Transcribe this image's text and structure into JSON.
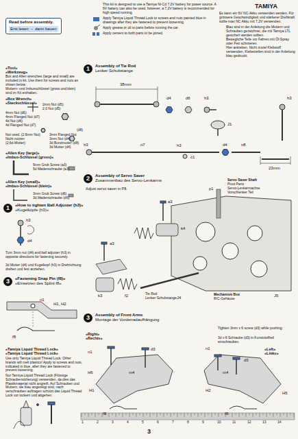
{
  "diagram": {
    "nodes": [
      {
        "text": [
          "Read before assembly.",
          "Erst lesen → dann bauen"
        ]
      },
      {
        "text": [
          "1",
          "«How to tighten Ball Adjuster (h3)»",
          "«Kugelköpfe (h3)»"
        ]
      },
      {
        "text": [
          "3",
          "«Fastening Snap Pin (f8)»",
          "«Einsetzen des Splint f8»"
        ]
      },
      {
        "text": [
          "1",
          "Assembly of Tie Rod",
          "Lenker Schubstange"
        ]
      },
      {
        "text": [
          "2",
          "Assembly of Servo Saver",
          "Zusammenbau des Servo-Lenkarms"
        ]
      },
      {
        "text": [
          "3",
          "Assembly of Front Arms",
          "Montage der Vorderradaufhängung"
        ]
      }
    ],
    "labels": [
      "This kit is designed to use a Tamiya Ni-Cd 7.2V battery for power source. A 6V battery can also be used, however, a 7.2V battery is recommended for high speed running.",
      "Apply Tamiya Liquid Thread Lock to screws and nuts painted blue in drawings after they are fastened to prevent loosening.",
      "Apply grease or oil to parts before running the car.",
      "Apply cement to both parts to be joined.",
      "TAMIYA",
      "Es kann ein 6V NC-Akku verwenden werden. Für grössere Geschwindigkeit und stärkerer Drehkraft sollte man NC Akku mit 7,2V verwenden.",
      "Blau sind in der Anleitung die Muttern und Schrauben gezeichnet, die mit Tamiya LTL gesichert werden sollten.",
      "Bewegliche Teile vor Fahren mit Öl-Spray oder Fett schmieren.",
      "Hier ankleben. Nicht zuviel Klebstoff verwenden, Klebestellen sind in der Anleitung blau gedruckt.",
      "«Tool»",
      "«Werkzeug»",
      "Box and Allen wrenches (large and small) are included in kit. Use them for screws and nuts as shown below.",
      "Muttern- und Imbusschlüssel (gross und klein) sind im Kit enthalten.",
      "«Box Wrench»",
      "«Steckschlüssel»",
      "2mm Nut (d5)",
      "2,0 Nut (d5)",
      "4mm Nut (d6)",
      "4mm Flanged Nut (d7)",
      "4d Nut (d6)",
      "4d Flanged Nut (d7)",
      "(d8)",
      "3mm Flanged Nut",
      "3mm Nut (d4)",
      "3d Bundmutter (d8)",
      "3d Mutter (d4)",
      "Not used. (2.6mm Nut)",
      "Nicht nutzen",
      "(2,6d-Mutter)",
      "«Allen Key (large)»",
      "«Imbus-Schlüssel (gross)»",
      "5mm Grub Screw (a3)",
      "5d Madenschraube (a3)",
      "«Allen Key (small)»",
      "«Imbus-Schlüssel (klein)»",
      "3mm Grub Screw (d6)",
      "3d Madenschraube (d6)",
      "h3",
      "d4",
      "Turn 3mm nut (d4) and ball adjuster (h3) in opposite directions for fastening securely.",
      "3d Mutter (d4) und Kugelkopf (h3) in Drehrichtung drehen und fest anziehen.",
      "n1",
      "H1, H2",
      "f8",
      "«Tamiya Liquid Thread Lock»",
      "«Tamiya Liquid Thread Lock»",
      "Use only Tamiya Liquid Thread Lock. Other brands will melt plastics! Apply to screws and nuts, indicated in blue, after they are fastened to prevent loosening.",
      "Nur Tamiya Liquid Thread Lock (Flüssige Schraubensicherung) verwenden, da dies das Plastikmaterial nicht angreift. Auf Schrauben und Muttern, die blau angezeigt sind, nach verschrauben auftragen schützt das Liquid Thread Lock vor lockern und abgehen.",
      "38mm",
      "d4",
      "d6",
      "h3",
      "J1",
      "h3",
      "n7",
      "h3",
      "c1",
      "d4",
      "n8",
      "h3",
      "23mm",
      "Adjust servo saver in P8.",
      "a3",
      "a3",
      "k4",
      "k3",
      "f2",
      "Tie Rod",
      "Lenker Schubstange",
      "J4",
      "p1",
      "Servo Saver Shaft",
      "Pivot Parts",
      "Servo-Lenkarmachse",
      "Vorschlenker Teil",
      "Mechanism Box",
      "R/C-Gehäuse",
      "J5",
      "Tighten 3mm x 6 screw (d3) while pushing.",
      "3d x 6 Schraube (d3) in Kunststoffteil einschrauben.",
      "«Right»",
      "«Rechts»",
      "n1",
      "d3",
      "H6",
      "m4",
      "H1",
      "f8",
      "«Left»",
      "«Links»",
      "n1",
      "d3",
      "m4",
      "H5",
      "H2",
      "f8",
      "3",
      "1",
      "2",
      "3",
      "4",
      "5",
      "6",
      "7",
      "8",
      "9",
      "10",
      "11",
      "12",
      "13",
      "14"
    ]
  }
}
